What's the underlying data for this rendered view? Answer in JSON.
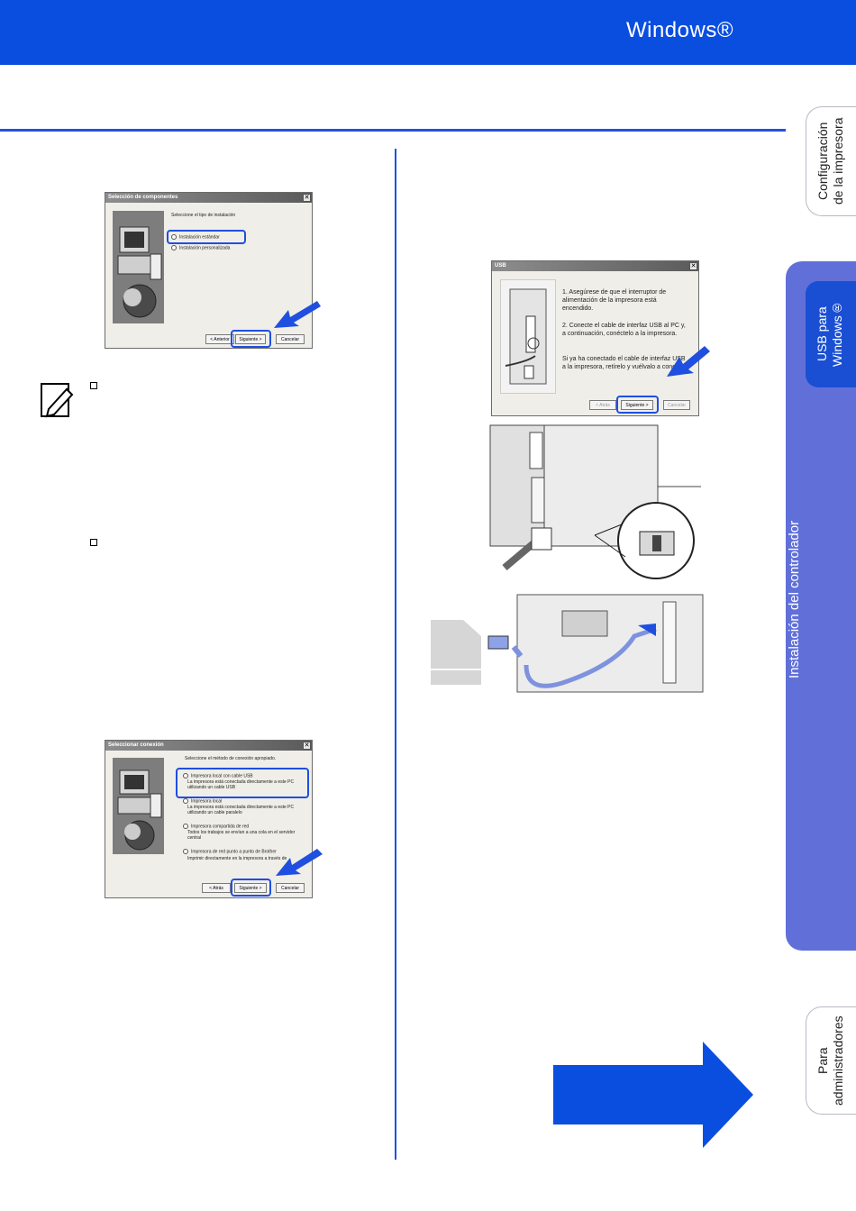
{
  "header": {
    "title": "Windows®"
  },
  "tabs": {
    "configuracion": "Configuración de la impresora",
    "usb": "USB para Windows®",
    "instalacion": "Instalación del controlador",
    "administradores": "Para administradores"
  },
  "dialog_components": {
    "title": "Selección de componentes",
    "prompt": "Seleccione el tipo de instalación",
    "option_standard": "Instalación estándar",
    "option_custom": "Instalación personalizada",
    "back_label": "< Anterior",
    "next_label": "Siguiente >",
    "cancel_label": "Cancelar"
  },
  "dialog_usb": {
    "title": "USB",
    "step1": "1. Asegúrese de que el interruptor de alimentación de la impresora está encendido.",
    "step2": "2. Conecte el cable de interfaz USB al PC y, a continuación, conéctelo a la impresora.",
    "step3": "Si ya ha conectado el cable de interfaz USB a la impresora, retírelo y vuélvalo a conectar.",
    "back_label": "< Atrás",
    "next_label": "Siguiente >",
    "cancel_label": "Cancelar"
  },
  "dialog_connection": {
    "title": "Seleccionar conexión",
    "prompt": "Seleccione el método de conexión apropiado.",
    "opt1_label": "Impresora local con cable USB",
    "opt1_desc": "La impresora está conectada directamente a este PC utilizando un cable USB",
    "opt2_label": "Impresora local",
    "opt2_desc": "La impresora está conectada directamente a este PC utilizando un cable paralelo",
    "opt3_label": "Impresora compartida de red",
    "opt3_desc": "Todos los trabajos se envían a una cola en el servidor central",
    "opt4_label": "Impresora de red punto a punto de Brother",
    "opt4_desc": "Imprimir directamente en la impresora a través de TCP/IP",
    "back_label": "< Atrás",
    "next_label": "Siguiente >",
    "cancel_label": "Cancelar"
  },
  "colors": {
    "brand_blue": "#0a4ee0",
    "tab_section": "#6070d8",
    "highlight": "#1f4fe0"
  },
  "icons": [
    "note-pencil-icon",
    "arrow-pointer-icon",
    "usb-symbol-icon",
    "next-page-arrow-icon"
  ]
}
